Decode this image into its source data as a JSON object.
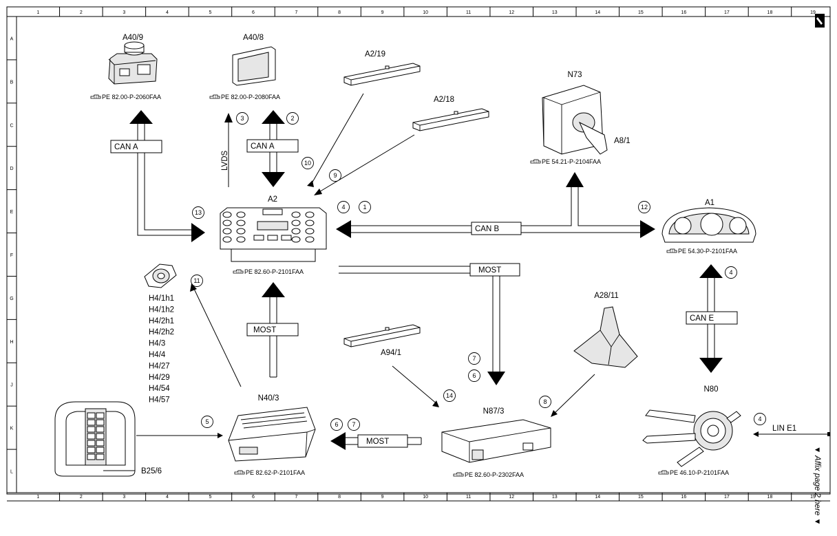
{
  "grid": {
    "columns": [
      "1",
      "2",
      "3",
      "4",
      "5",
      "6",
      "7",
      "8",
      "9",
      "10",
      "11",
      "12",
      "13",
      "14",
      "15",
      "16",
      "17",
      "18",
      "19"
    ],
    "rows": [
      "A",
      "B",
      "C",
      "D",
      "E",
      "F",
      "G",
      "H",
      "J",
      "K",
      "L"
    ]
  },
  "components": {
    "a40_9": {
      "label": "A40/9",
      "ref": "PE 82.00-P-2060FAA"
    },
    "a40_8": {
      "label": "A40/8",
      "ref": "PE 82.00-P-2080FAA"
    },
    "a2_19": {
      "label": "A2/19"
    },
    "a2_18": {
      "label": "A2/18"
    },
    "n73": {
      "label": "N73",
      "ref": "PE 54.21-P-2104FAA",
      "sub_label": "A8/1"
    },
    "a2": {
      "label": "A2",
      "ref": "PE 82.60-P-2101FAA"
    },
    "a1": {
      "label": "A1",
      "ref": "PE 54.30-P-2101FAA"
    },
    "a28_11": {
      "label": "A28/11"
    },
    "h4": {
      "labels": [
        "H4/1h1",
        "H4/1h2",
        "H4/2h1",
        "H4/2h2",
        "H4/3",
        "H4/4",
        "H4/27",
        "H4/29",
        "H4/54",
        "H4/57"
      ]
    },
    "a94_1": {
      "label": "A94/1"
    },
    "n40_3": {
      "label": "N40/3",
      "ref": "PE 82.62-P-2101FAA"
    },
    "n87_3": {
      "label": "N87/3",
      "ref": "PE 82.60-P-2302FAA"
    },
    "n80": {
      "label": "N80",
      "ref": "PE 46.10-P-2101FAA"
    },
    "b25_6": {
      "label": "B25/6"
    }
  },
  "buses": {
    "can_a_left": "CAN A",
    "can_a_mid": "CAN A",
    "lvds": "LVDS",
    "can_b": "CAN B",
    "most_top": "MOST",
    "most_mid": "MOST",
    "can_e": "CAN E",
    "most_bottom": "MOST",
    "lin_e1": "LIN E1"
  },
  "markers": {
    "m3": "3",
    "m2": "2",
    "m10": "10",
    "m9": "9",
    "m4a": "4",
    "m1": "1",
    "m12": "12",
    "m13": "13",
    "m11": "11",
    "m4b": "4",
    "m7a": "7",
    "m6a": "6",
    "m14": "14",
    "m8": "8",
    "m5": "5",
    "m6b": "6",
    "m7b": "7",
    "m4c": "4"
  },
  "affix_note": "▼ Affix page 2 here ▼",
  "icons": {
    "corner": "tool-icon",
    "reference": "pointing-hand-icon"
  }
}
